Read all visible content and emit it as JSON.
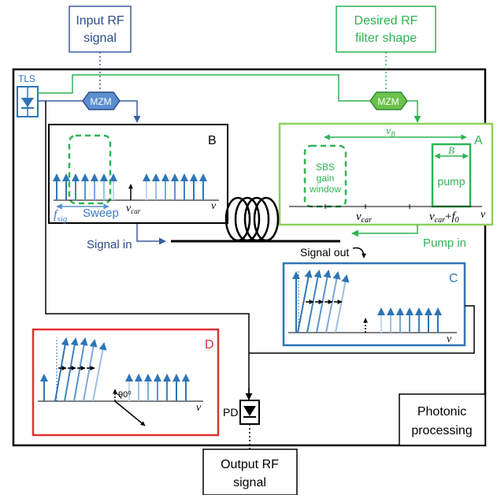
{
  "labels": {
    "input_rf_line1": "Input RF",
    "input_rf_line2": "signal",
    "desired_rf_line1": "Desired RF",
    "desired_rf_line2": "filter shape",
    "tls": "TLS",
    "mzm_input": "MZM",
    "mzm_desired": "MZM",
    "panel_a": "A",
    "panel_b": "B",
    "panel_c": "C",
    "panel_d": "D",
    "nu_b": "ν",
    "nu_b_sub": "B",
    "b_width": "B",
    "sbs_line1": "SBS",
    "sbs_line2": "gain",
    "sbs_line3": "window",
    "pump": "pump",
    "nu_car_a": "ν",
    "car_sub": "car",
    "nu_car_plus": "+",
    "f0": "f",
    "f0_sub": "0",
    "nu_axis": "ν",
    "f_sig": "f",
    "f_sig_sub": "sig",
    "sweep": "Sweep",
    "signal_in": "Signal in",
    "pump_in": "Pump in",
    "signal_out": "Signal out",
    "ninety_deg": "90⁰",
    "pd": "PD",
    "photonic_line1": "Photonic",
    "photonic_line2": "processing",
    "output_rf_line1": "Output RF",
    "output_rf_line2": "signal"
  },
  "colors": {
    "input_blue": "#3a5f9e",
    "dark_blue": "#2e75b6",
    "green": "#2fb454",
    "light_green": "#8dd15a",
    "red": "#e03030",
    "black": "#000000"
  }
}
